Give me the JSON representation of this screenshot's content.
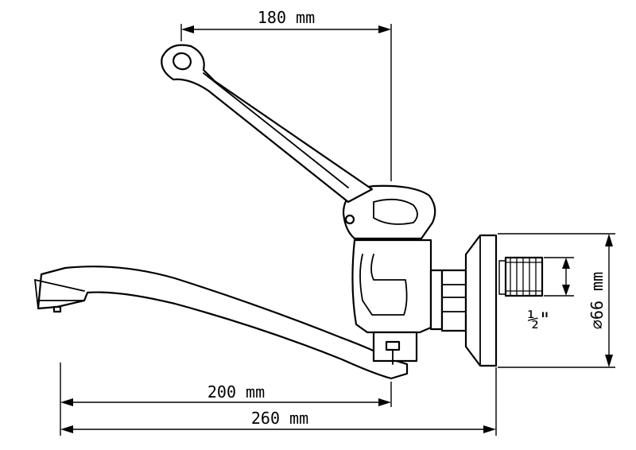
{
  "dimensions": {
    "lever_length": "180 mm",
    "spout_reach": "200 mm",
    "overall_length": "260 mm",
    "flange_diameter": "⌀66 mm",
    "thread_size": "½\""
  }
}
